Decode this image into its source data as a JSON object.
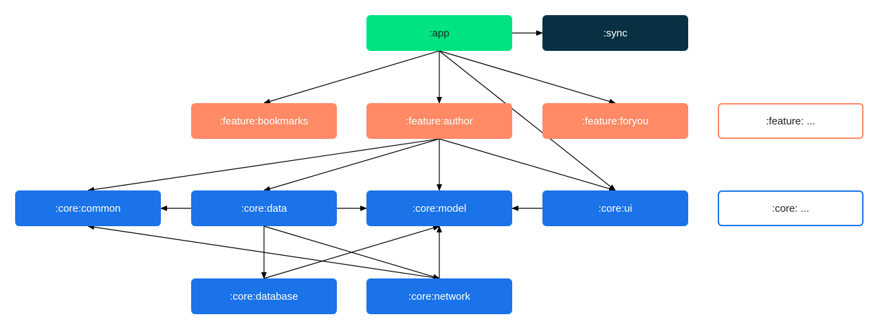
{
  "nodes": {
    "app": ":app",
    "sync": ":sync",
    "feature_bookmarks": ":feature:bookmarks",
    "feature_author": ":feature:author",
    "feature_foryou": ":feature:foryou",
    "feature_more": ":feature: ...",
    "core_common": ":core:common",
    "core_data": ":core:data",
    "core_model": ":core:model",
    "core_ui": ":core:ui",
    "core_more": ":core: ...",
    "core_database": ":core:database",
    "core_network": ":core:network"
  },
  "colors": {
    "app": "#00E382",
    "sync": "#083042",
    "feature": "#FF8A65",
    "core": "#1A73E8",
    "edge": "#000000"
  },
  "edges": [
    [
      "app",
      "sync"
    ],
    [
      "app",
      "feature_bookmarks"
    ],
    [
      "app",
      "feature_author"
    ],
    [
      "app",
      "feature_foryou"
    ],
    [
      "app",
      "core_ui"
    ],
    [
      "feature_author",
      "core_common"
    ],
    [
      "feature_author",
      "core_data"
    ],
    [
      "feature_author",
      "core_model"
    ],
    [
      "feature_author",
      "core_ui"
    ],
    [
      "core_data",
      "core_common"
    ],
    [
      "core_data",
      "core_model"
    ],
    [
      "core_ui",
      "core_model"
    ],
    [
      "core_data",
      "core_database"
    ],
    [
      "core_data",
      "core_network"
    ],
    [
      "core_database",
      "core_model"
    ],
    [
      "core_network",
      "core_model"
    ],
    [
      "core_network",
      "core_common"
    ]
  ]
}
